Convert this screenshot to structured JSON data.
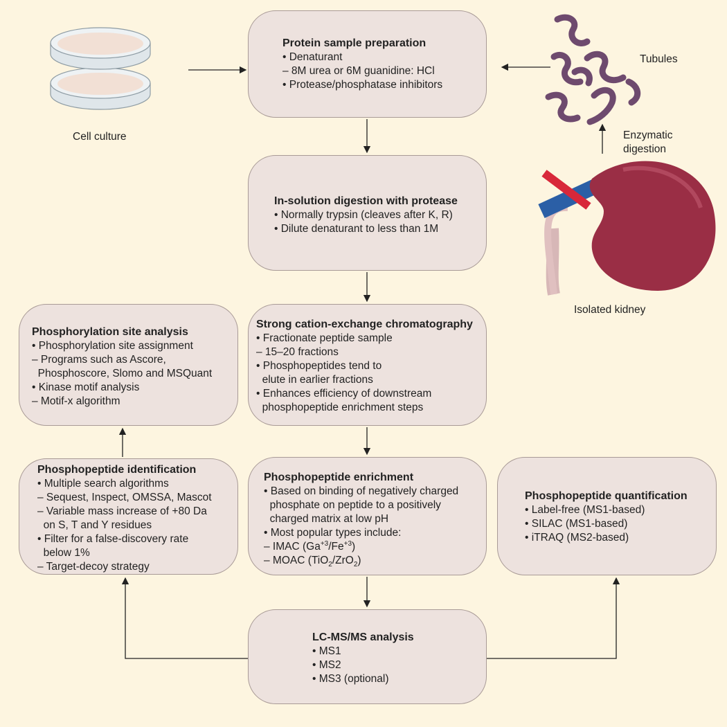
{
  "colors": {
    "background": "#fdf5e0",
    "box_fill": "#ede2de",
    "box_border": "#a89a96",
    "tubule": "#6e4a6e",
    "kidney": "#9a2e45",
    "artery": "#d8283a",
    "vein": "#2b5fa6"
  },
  "images": {
    "cell_culture": {
      "label": "Cell culture",
      "icon": "petri-dish-icon"
    },
    "tubules": {
      "label": "Tubules",
      "icon": "tubules-icon"
    },
    "enzymatic": {
      "line1": "Enzymatic",
      "line2": "digestion"
    },
    "kidney": {
      "label": "Isolated kidney",
      "icon": "kidney-icon"
    }
  },
  "boxes": {
    "protein_prep": {
      "title": "Protein sample preparation",
      "lines": [
        "• Denaturant",
        "– 8M urea or 6M guanidine: HCl",
        "• Protease/phosphatase inhibitors"
      ]
    },
    "digestion": {
      "title": "In-solution digestion with protease",
      "lines": [
        "• Normally trypsin (cleaves after K, R)",
        "• Dilute denaturant to less than 1M"
      ]
    },
    "scx": {
      "title": "Strong cation-exchange chromatography",
      "lines": [
        "• Fractionate peptide sample",
        "– 15–20 fractions",
        "• Phosphopeptides tend to",
        "  elute in earlier fractions",
        "• Enhances efficiency of downstream",
        "  phosphopeptide enrichment steps"
      ]
    },
    "site_analysis": {
      "title": "Phosphorylation site analysis",
      "lines": [
        "• Phosphorylation site assignment",
        "– Programs such as Ascore,",
        "  Phosphoscore, Slomo and MSQuant",
        "• Kinase motif analysis",
        "– Motif-x algorithm"
      ]
    },
    "identification": {
      "title": "Phosphopeptide identification",
      "lines": [
        "• Multiple search algorithms",
        "– Sequest, Inspect, OMSSA, Mascot",
        "– Variable mass increase of +80 Da",
        "  on S, T and Y residues",
        "• Filter for a false-discovery rate",
        "  below 1%",
        "– Target-decoy strategy"
      ]
    },
    "enrichment": {
      "title": "Phosphopeptide enrichment",
      "lines": [
        "• Based on binding of negatively charged",
        "  phosphate on peptide to a positively",
        "  charged matrix at low pH",
        "• Most popular types include:"
      ],
      "imac": {
        "prefix": "– IMAC (Ga",
        "sup1": "+3",
        "mid": "/Fe",
        "sup2": "+3",
        "suffix": ")"
      },
      "moac": {
        "prefix": "– MOAC (TiO",
        "sub1": "2",
        "mid": "/ZrO",
        "sub2": "2",
        "suffix": ")"
      }
    },
    "quantification": {
      "title": "Phosphopeptide quantification",
      "lines": [
        "• Label-free (MS1-based)",
        "• SILAC (MS1-based)",
        "• iTRAQ (MS2-based)"
      ]
    },
    "lcms": {
      "title": "LC-MS/MS analysis",
      "lines": [
        "• MS1",
        "• MS2",
        "• MS3 (optional)"
      ]
    }
  }
}
